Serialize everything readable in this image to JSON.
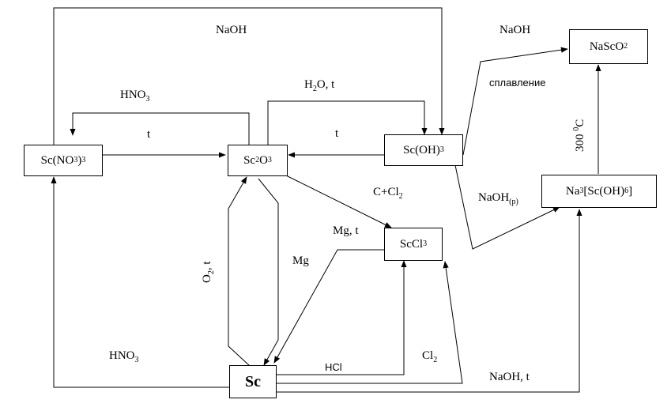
{
  "nodes": {
    "sc_nitrate": {
      "main": "Sc(NO",
      "sub1": "3",
      "mid": ")",
      "sub2": "3"
    },
    "sc2o3": {
      "a": "Sc",
      "sub1": "2",
      "b": "O",
      "sub2": "3"
    },
    "sc_hydroxide": {
      "a": "Sc(OH)",
      "sub1": "3"
    },
    "nascO2": {
      "a": "NaScO",
      "sub1": "2"
    },
    "na3complex": {
      "a": "Na",
      "sub1": "3",
      "b": "[Sc(OH)",
      "sub2": "6",
      "c": "]"
    },
    "sccl3": {
      "a": "ScCl",
      "sub1": "3"
    },
    "sc": {
      "label": "Sc"
    }
  },
  "labels": {
    "naoh_top": "NaOH",
    "naoh_right": "NaOH",
    "splavlenie": "сплавление",
    "hno3_upper": {
      "a": "HNO",
      "sub": "3"
    },
    "h2o_t": {
      "a": "H",
      "sub": "2",
      "b": "O, t"
    },
    "t_left": "t",
    "t_right": "t",
    "temp_300": {
      "a": "300 ",
      "sup": "0",
      "b": "C"
    },
    "c_cl2": {
      "a": "C+Cl",
      "sub": "2"
    },
    "naoh_p": {
      "a": "NaOH",
      "sub": "(p)"
    },
    "mg_t": "Mg, t",
    "mg": "Mg",
    "o2_t": {
      "a": "O",
      "sub": "2",
      "b": ", t"
    },
    "hno3_lower": {
      "a": "HNO",
      "sub": "3"
    },
    "hcl": "HCl",
    "cl2": {
      "a": "Cl",
      "sub": "2"
    },
    "naoh_t": "NaOH, t"
  }
}
